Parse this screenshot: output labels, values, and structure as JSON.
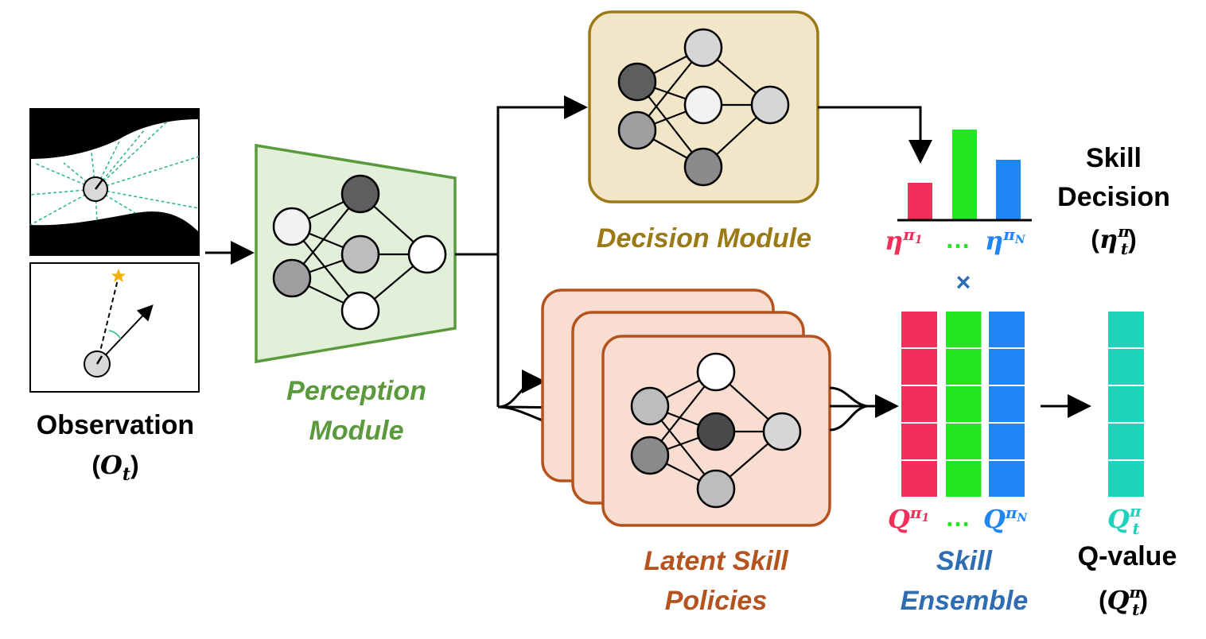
{
  "labels": {
    "observation": "Observation",
    "observation_symbol": "O",
    "observation_sub": "t",
    "perception_line1": "Perception",
    "perception_line2": "Module",
    "decision_module": "Decision Module",
    "latent_line1": "Latent Skill",
    "latent_line2": "Policies",
    "skill_decision_line1": "Skill",
    "skill_decision_line2": "Decision",
    "skill_decision_symbol": "η",
    "skill_decision_sub": "t",
    "skill_decision_sup": "π",
    "ensemble_line1": "Skill",
    "ensemble_line2": "Ensemble",
    "qvalue_label": "Q-value",
    "qvalue_symbol": "Q",
    "qvalue_sub": "t",
    "qvalue_sup": "π",
    "eta_first_base": "η",
    "eta_first_sup": "π",
    "eta_first_sub": "1",
    "eta_last_base": "η",
    "eta_last_sup": "π",
    "eta_last_sub": "N",
    "q_first_base": "Q",
    "q_first_sup": "π",
    "q_first_sub": "1",
    "q_last_base": "Q",
    "q_last_sup": "π",
    "q_last_sub": "N",
    "qt_base": "Q",
    "qt_sup": "π",
    "qt_sub": "t",
    "dots": "…",
    "times": "×",
    "open_paren": "(",
    "close_paren": ")"
  },
  "colors": {
    "perception": "#5a9a3c",
    "perception_fill": "#e2f0da",
    "decision": "#9b7a16",
    "decision_fill": "#f3e6c8",
    "latent": "#b5531e",
    "latent_fill": "#f8ddd0",
    "ensemble": "#2e6db4",
    "skill1": "#f22e5a",
    "skillmid": "#22e622",
    "skillN": "#1f86f5",
    "qt": "#1ed2bc",
    "star": "#f5b000",
    "rays": "#27b58c"
  },
  "icons": {
    "star": "star-icon",
    "times": "multiply-icon"
  }
}
